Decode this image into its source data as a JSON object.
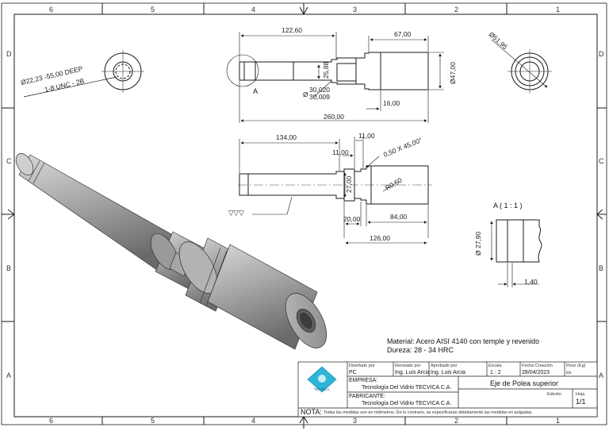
{
  "border": {
    "columns_top": [
      "6",
      "5",
      "4",
      "3",
      "2",
      "1"
    ],
    "columns_bottom": [
      "6",
      "5",
      "4",
      "3",
      "2",
      "1"
    ],
    "rows_left": [
      "D",
      "C",
      "B",
      "A"
    ],
    "rows_right": [
      "D",
      "C",
      "B",
      "A"
    ]
  },
  "front_view": {
    "dim_overall_length": "260,00",
    "dim_section_length": "122,60",
    "dim_right_section": "67,00",
    "dim_dia_large": "Ø47,00",
    "dim_right_end": "16,00",
    "dim_flat": "25,88",
    "dim_tol_symbol": "Ø",
    "dim_tol_upper": "30,020",
    "dim_tol_lower": "30,009",
    "detail_callout": "A"
  },
  "lower_view": {
    "dim_134": "134,00",
    "dim_11a": "11,00",
    "dim_11b": "11,00",
    "dim_chamfer": "0,50 X 45,00°",
    "dim_27": "27,00",
    "dim_radius": "R0,50",
    "dim_20": "20,00",
    "dim_84": "84,00",
    "dim_126": "126,00",
    "surface_finish": "▽▽▽"
  },
  "left_end_view": {
    "hole_line1": "Ø22,23 -55,00 DEEP",
    "hole_line2": "1-8 UNC - 2B"
  },
  "right_end_view": {
    "dim_dia": "Ø51,95"
  },
  "detail_view": {
    "title": "A ( 1 : 1 )",
    "dim_dia": "Ø 27,90",
    "dim_width": "1,40"
  },
  "material": {
    "line1": "Material: Acero AISI 4140 con temple y revenido",
    "line2": "Dureza: 28 - 34 HRC"
  },
  "title_block": {
    "logo_text": "TECVICA",
    "designed_label": "Diseñado por",
    "designed_value": "PC",
    "reviewed_label": "Revisado por",
    "reviewed_value": "Ing. Luis Arcia",
    "approved_label": "Aprobado por",
    "approved_value": "Ing. Luis Arcia",
    "scale_label": "Escala",
    "scale_value": "1 : 2",
    "date_label": "Fecha Creación",
    "date_value": "28/04/2023",
    "weight_label": "Peso (Kg)",
    "weight_value": "kix",
    "company_label": "EMPRESA:",
    "company_value": "Tecnología Del Vidrio TECVICA C.A.",
    "maker_label": "FABRICANTE:",
    "maker_value": "Tecnología Del Vidrio TECVICA C.A.",
    "part_title": "Eje de Polea superior",
    "edition_label": "Edición",
    "sheet_label": "Hoja",
    "sheet_value": "1/1",
    "note_label": "NOTA:",
    "note_text": "Todas las medidas son en milímetros. De lo contrario, se especificarán debidamente las medidas en pulgadas"
  },
  "colors": {
    "line": "#1a1a1a",
    "shaft_dark": "#6e6e6e",
    "shaft_light": "#bdbdbd",
    "logo_bg": "#2fb5d8"
  }
}
